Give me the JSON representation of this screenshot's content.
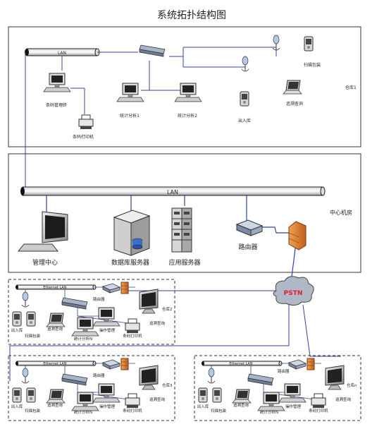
{
  "title": "系统拓扑结构图",
  "warehouse1": {
    "name": "仓库1",
    "lan": "LAN",
    "barcode_manager": "条码管理终",
    "barcode_printer": "条码打印机",
    "stats1": "统计分析1",
    "stats2": "统计分析2",
    "inout": "出入库",
    "scan_pack": "扫描包装",
    "trace": "追溯查询"
  },
  "center": {
    "name": "中心机房",
    "lan": "LAN",
    "mgmt": "管理中心",
    "db_server": "数据库服务器",
    "app_server": "应用服务器",
    "router": "路由器"
  },
  "pstn": "PSTN",
  "warehouse2": {
    "name": "仓库2",
    "lan": "Ethernet LAN",
    "router": "路由器",
    "inout": "出入库",
    "scan_pack": "扫描包装",
    "trace_laptop": "追溯查询",
    "stats": "统计分析N",
    "ops": "操作管理",
    "printer": "条码打印机",
    "trace_monitor": "追溯查询"
  },
  "warehouse3": {
    "name": "仓库3",
    "lan": "Ethernet LAN",
    "router": "路由器",
    "inout": "出入库",
    "scan_pack": "扫描包装",
    "trace_laptop": "追溯查询",
    "stats": "统计分析N",
    "ops": "操作管理",
    "printer": "条码打印机",
    "trace_monitor": "追溯查询"
  },
  "warehouseN": {
    "name": "仓库n",
    "lan": "Ethernet LAN",
    "router": "路由器",
    "inout": "出入库",
    "scan_pack": "扫描包装",
    "trace_laptop": "追溯查询",
    "stats": "统计分析N",
    "ops": "操作管理",
    "printer": "条码打印机",
    "trace_monitor": "追溯查询"
  }
}
